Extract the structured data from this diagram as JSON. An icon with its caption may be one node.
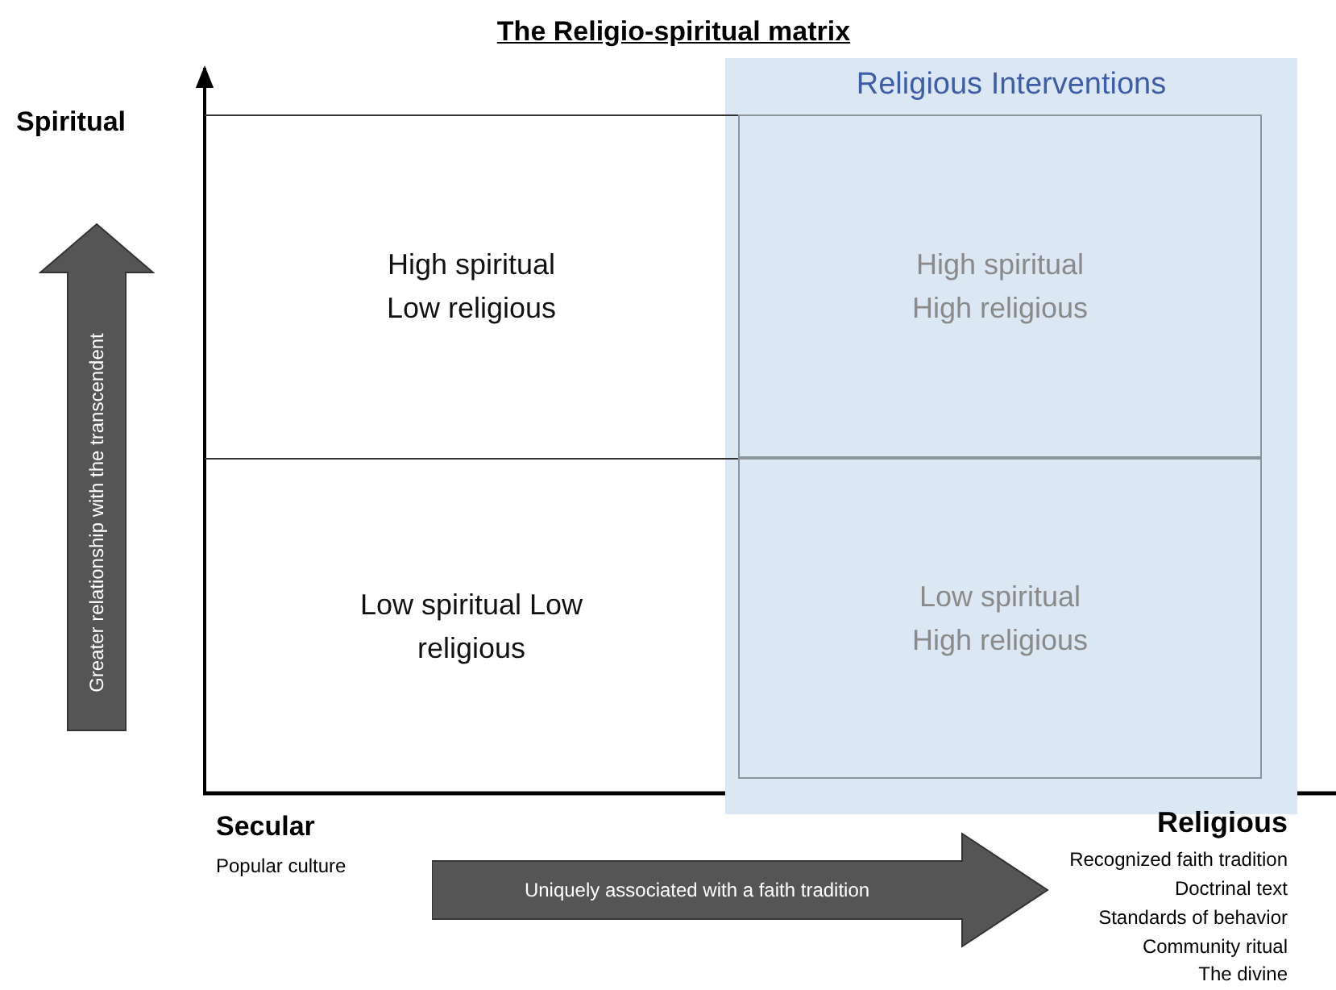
{
  "diagram": {
    "title": "The Religio-spiritual matrix",
    "nodes": [
      {
        "text": [
          "Religious Interventions"
        ]
      },
      {
        "text": [
          "High spiritual Low religious"
        ]
      },
      {
        "text": [
          "High spiritual High religious"
        ],
        "in": 0
      },
      {
        "text": [
          "Low spiritual Low religious"
        ]
      },
      {
        "text": [
          "Low spiritual High religious"
        ],
        "in": 0
      },
      {
        "text": [
          "Greater relationship with the transcendent"
        ]
      },
      {
        "text": [
          "Uniquely associated with a faith tradition"
        ]
      }
    ],
    "edges": [],
    "labels": [
      "Spiritual",
      "Secular",
      "Popular culture",
      "Religious",
      "Recognized faith tradition",
      "Doctrinal text",
      "Standards of behavior",
      "Community ritual",
      "The divine"
    ]
  }
}
